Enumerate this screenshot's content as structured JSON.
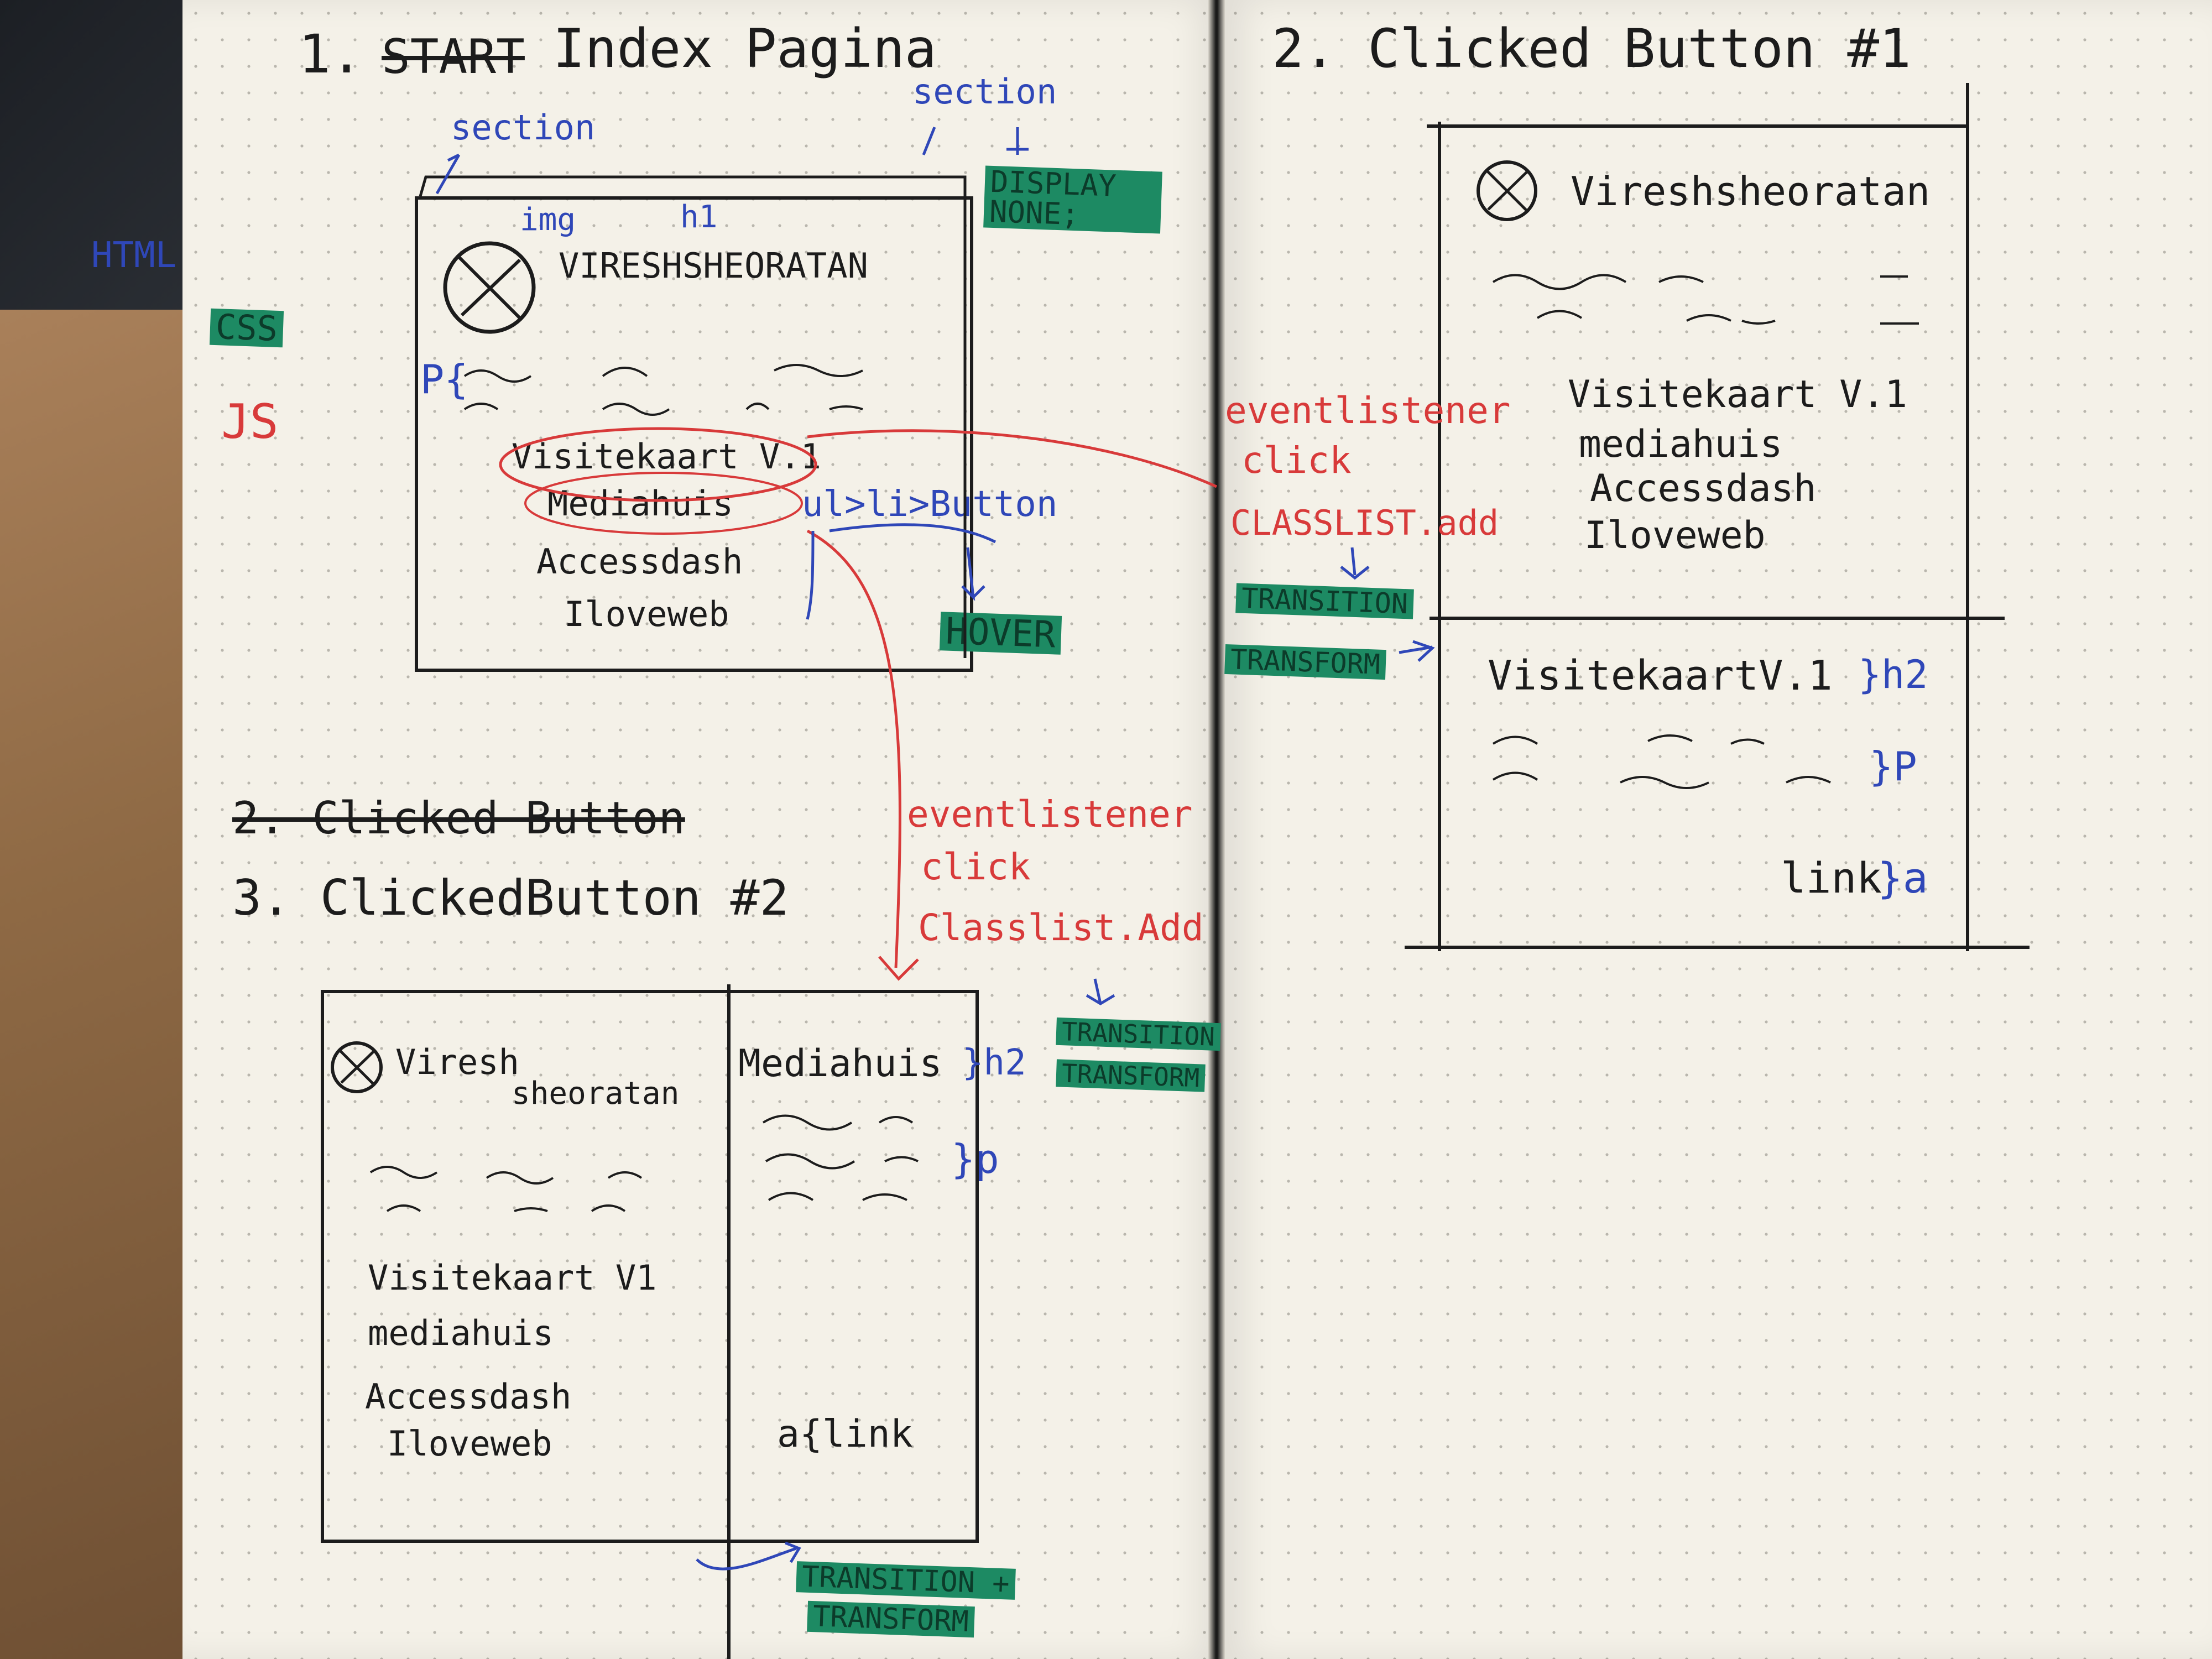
{
  "left_page": {
    "sketch1": {
      "title_number": "1.",
      "title_struck": "START",
      "title": "Index Pagina",
      "section_label_left": "section",
      "section_label_right": "section",
      "display_none": "DISPLAY NONE;",
      "img_label": "img",
      "h1_label": "h1",
      "name": "VIRESHSHEORATAN",
      "p_label": "P{",
      "menu": [
        "Visitekaart V.1",
        "Mediahuis",
        "Accessdash",
        "Iloveweb"
      ],
      "ul_li_button": "ul>li>Button",
      "hover": "HOVER"
    },
    "legend": {
      "html": "HTML",
      "css": "CSS",
      "js": "JS"
    },
    "sketch2_struck": "2. Clicked Button",
    "sketch3": {
      "title": "3. ClickedButton #2",
      "event": [
        "eventlistener",
        "click",
        "Classlist.Add"
      ],
      "transition": "TRANSITION",
      "transform": "TRANSFORM",
      "name_line1": "Viresh",
      "name_line2": "sheoratan",
      "menu": [
        "Visitekaart V1",
        "mediahuis",
        "Accessdash",
        "Iloveweb"
      ],
      "detail_title": "Mediahuis",
      "h2_label": "}h2",
      "p_label": "}p",
      "link_label": "a{link",
      "bottom_transition": "TRANSITION +",
      "bottom_transform": "TRANSFORM"
    }
  },
  "right_page": {
    "sketch2": {
      "title": "2. Clicked Button #1",
      "name": "Vireshsheoratan",
      "menu": [
        "Visitekaart V.1",
        "mediahuis",
        "Accessdash",
        "Iloveweb"
      ],
      "event": [
        "eventlistener",
        "click",
        "CLASSLIST.add"
      ],
      "transition": "TRANSITION",
      "transform": "TRANSFORM",
      "detail_title": "VisitekaartV.1",
      "h2_label": "}h2",
      "p_label": "}P",
      "link_text": "link",
      "link_label": "}a"
    }
  },
  "colors": {
    "ink": "#1c1c1c",
    "blue_pen": "#2f47b8",
    "red_pen": "#d83a3a",
    "green_highlighter": "#1d8a63",
    "paper": "#f4f1e8"
  }
}
